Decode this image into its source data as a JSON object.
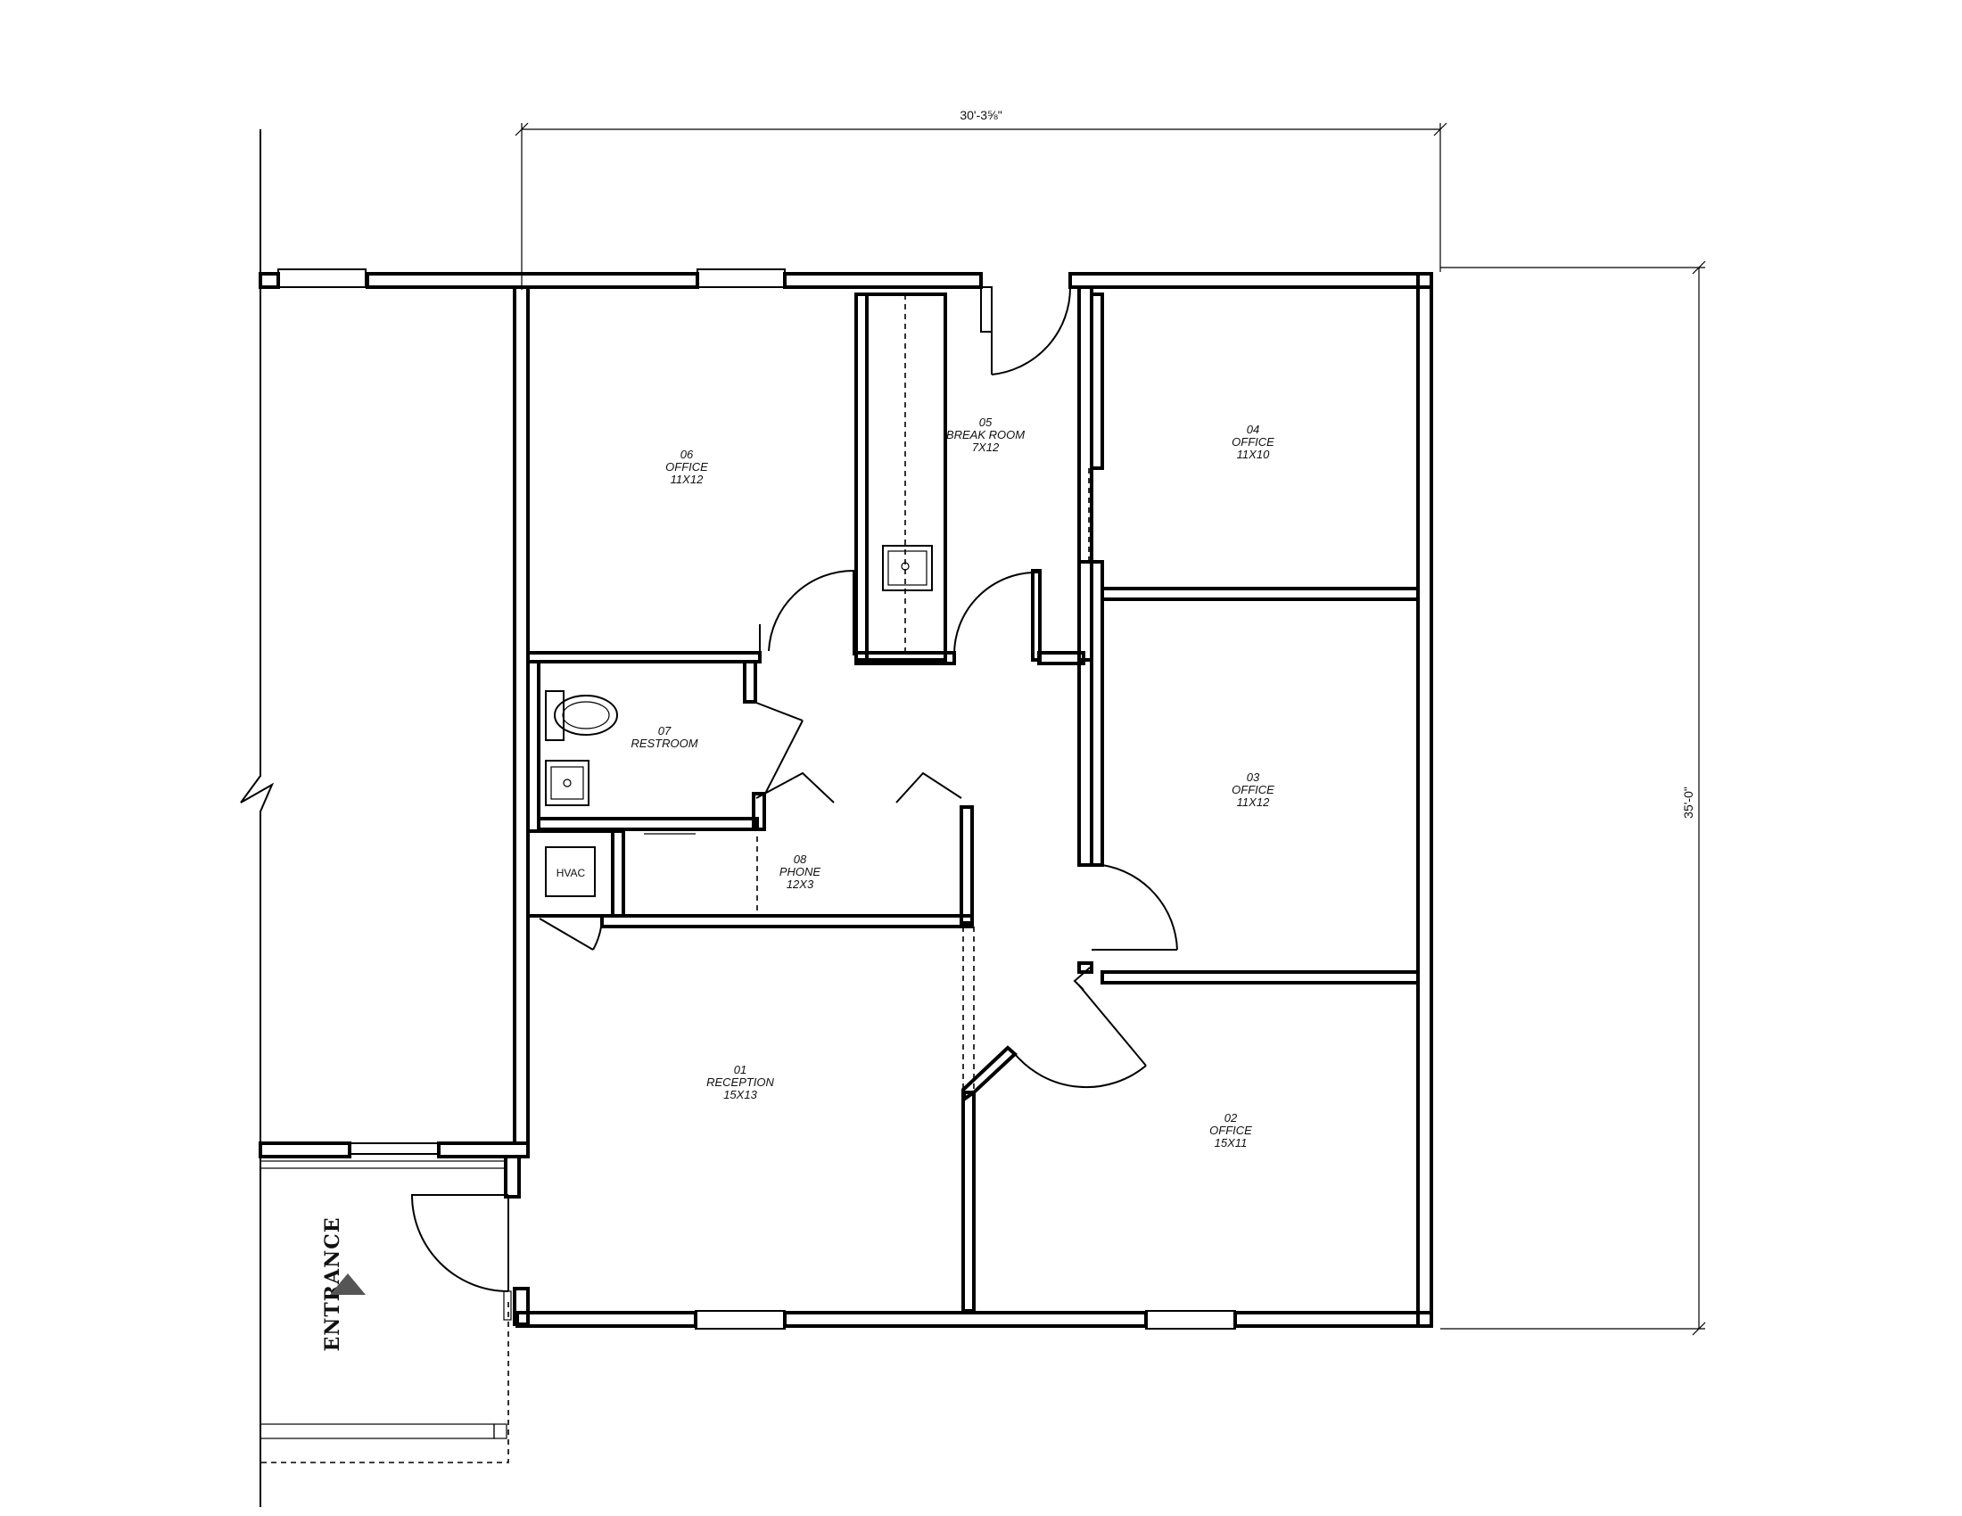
{
  "dimensions": {
    "width_label": "30'-3⅝\"",
    "depth_label": "35'-0\""
  },
  "rooms": [
    {
      "number": "01",
      "name": "RECEPTION",
      "size": "15X13"
    },
    {
      "number": "02",
      "name": "OFFICE",
      "size": "15X11"
    },
    {
      "number": "03",
      "name": "OFFICE",
      "size": "11X12"
    },
    {
      "number": "04",
      "name": "OFFICE",
      "size": "11X10"
    },
    {
      "number": "05",
      "name": "BREAK ROOM",
      "size": "7X12"
    },
    {
      "number": "06",
      "name": "OFFICE",
      "size": "11X12"
    },
    {
      "number": "07",
      "name": "RESTROOM",
      "size": ""
    },
    {
      "number": "08",
      "name": "PHONE",
      "size": "12X3"
    }
  ],
  "equipment": {
    "hvac": "HVAC"
  },
  "entrance": {
    "label": "ENTRANCE"
  }
}
